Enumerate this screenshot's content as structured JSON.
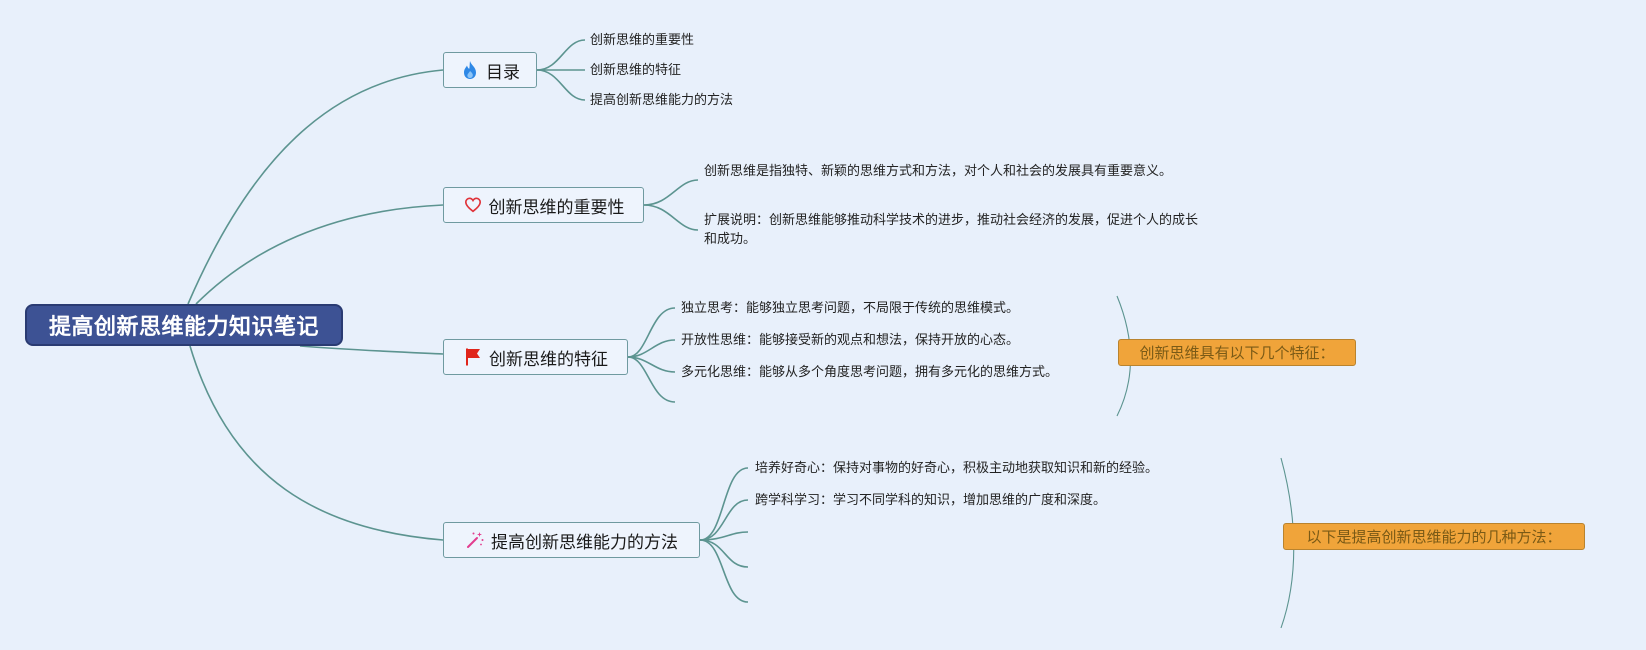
{
  "root": {
    "title": "提高创新思维能力知识笔记"
  },
  "topics": [
    {
      "label": "目录",
      "icon": "fire-icon"
    },
    {
      "label": "创新思维的重要性",
      "icon": "heart-icon"
    },
    {
      "label": "创新思维的特征",
      "icon": "red-flag-icon"
    },
    {
      "label": "提高创新思维能力的方法",
      "icon": "magic-wand-icon"
    }
  ],
  "toc": {
    "items": [
      "创新思维的重要性",
      "创新思维的特征",
      "提高创新思维能力的方法"
    ]
  },
  "importance": {
    "items": [
      "创新思维是指独特、新颖的思维方式和方法，对个人和社会的发展具有重要意义。",
      "扩展说明：创新思维能够推动科学技术的进步，推动社会经济的发展，促进个人的成长和成功。"
    ]
  },
  "features": {
    "items": [
      "独立思考：能够独立思考问题，不局限于传统的思维模式。",
      "开放性思维：能够接受新的观点和想法，保持开放的心态。",
      "多元化思维：能够从多个角度思考问题，拥有多元化的思维方式。"
    ],
    "summary": "创新思维具有以下几个特征："
  },
  "methods": {
    "items": [
      "培养好奇心：保持对事物的好奇心，积极主动地获取知识和新的经验。",
      "跨学科学习：学习不同学科的知识，增加思维的广度和深度。"
    ],
    "summary": "以下是提高创新思维能力的几种方法："
  },
  "colors": {
    "background": "#e8f0fb",
    "root_fill": "#3d5294",
    "connector": "#5c9490",
    "summary_fill": "#f0a43a",
    "summary_text": "#7a5a16"
  }
}
